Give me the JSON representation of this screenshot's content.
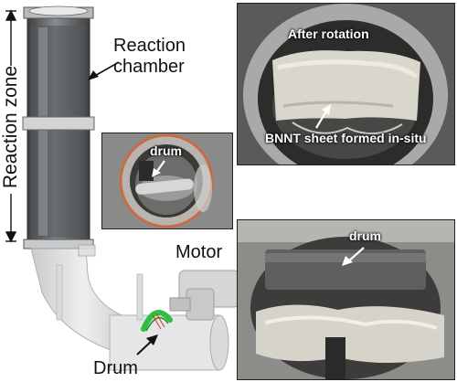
{
  "labels": {
    "reaction_zone": "Reaction zone",
    "reaction_chamber_line1": "Reaction",
    "reaction_chamber_line2": "chamber",
    "motor": "Motor",
    "drum_main": "Drum"
  },
  "photos": {
    "inset": {
      "drum_label": "drum"
    },
    "top_right": {
      "after_rotation": "After rotation",
      "bnnt_sheet": "BNNT sheet formed in-situ"
    },
    "bottom_right": {
      "drum_label": "drum"
    }
  },
  "colors": {
    "drum_highlight": "#2fbf3f",
    "chamber_body": "#6b6e70",
    "frame_gray": "#c9cbcd"
  }
}
